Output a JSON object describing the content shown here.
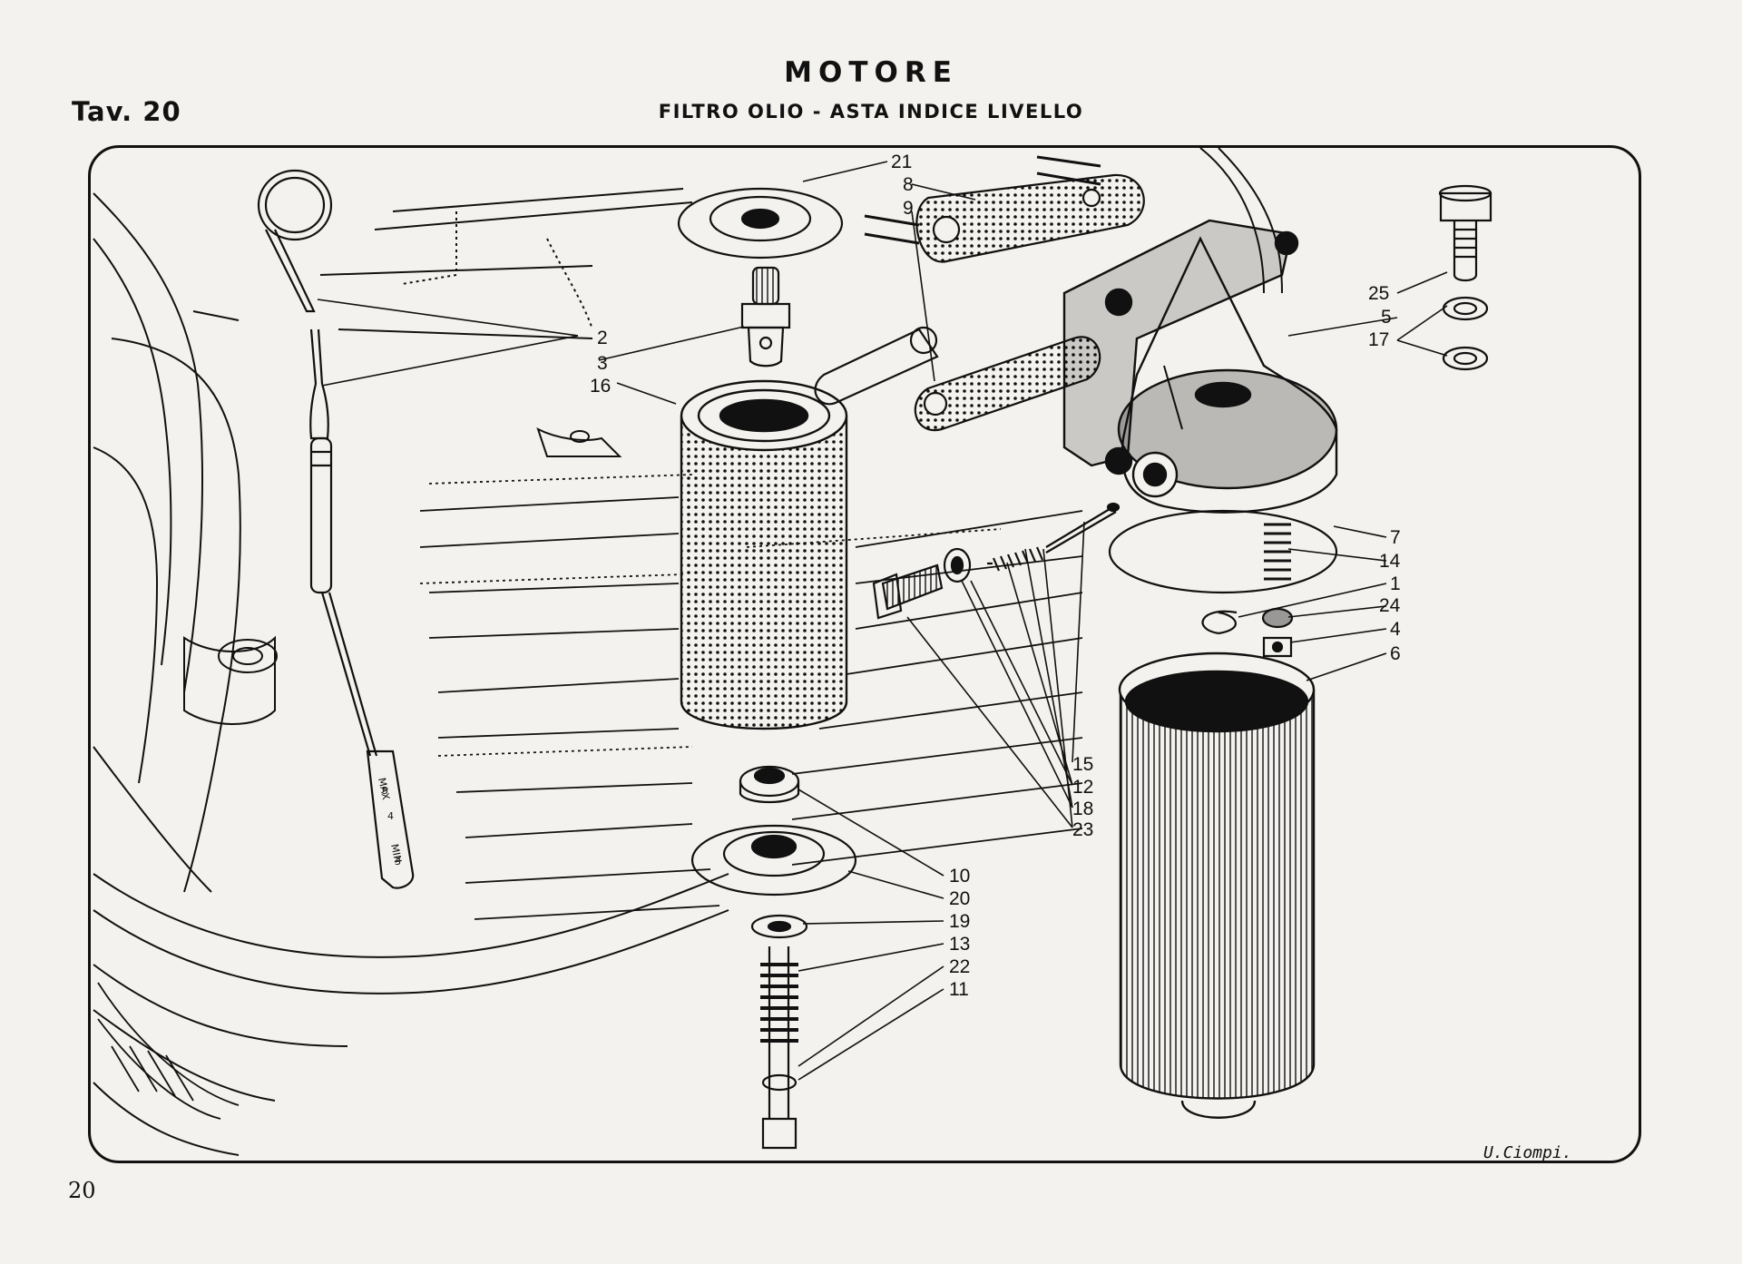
{
  "header": {
    "title": "MOTORE",
    "subtitle": "FILTRO OLIO - ASTA INDICE LIVELLO",
    "table": "Tav. 20"
  },
  "footer": {
    "page": "20"
  },
  "drawing": {
    "signature": "U.Ciompi.",
    "dipstick_marks": {
      "max": "MAX",
      "mid": "4",
      "min": "MIN"
    },
    "dipstick_digits": [
      "5",
      "3"
    ]
  },
  "callouts": [
    {
      "n": "21"
    },
    {
      "n": "8"
    },
    {
      "n": "9"
    },
    {
      "n": "2"
    },
    {
      "n": "3"
    },
    {
      "n": "16"
    },
    {
      "n": "25"
    },
    {
      "n": "5"
    },
    {
      "n": "17"
    },
    {
      "n": "7"
    },
    {
      "n": "14"
    },
    {
      "n": "1"
    },
    {
      "n": "24"
    },
    {
      "n": "4"
    },
    {
      "n": "6"
    },
    {
      "n": "15"
    },
    {
      "n": "12"
    },
    {
      "n": "18"
    },
    {
      "n": "23"
    },
    {
      "n": "10"
    },
    {
      "n": "20"
    },
    {
      "n": "19"
    },
    {
      "n": "13"
    },
    {
      "n": "22"
    },
    {
      "n": "11"
    }
  ],
  "colors": {
    "paper": "#f3f2ee",
    "ink": "#111111"
  }
}
